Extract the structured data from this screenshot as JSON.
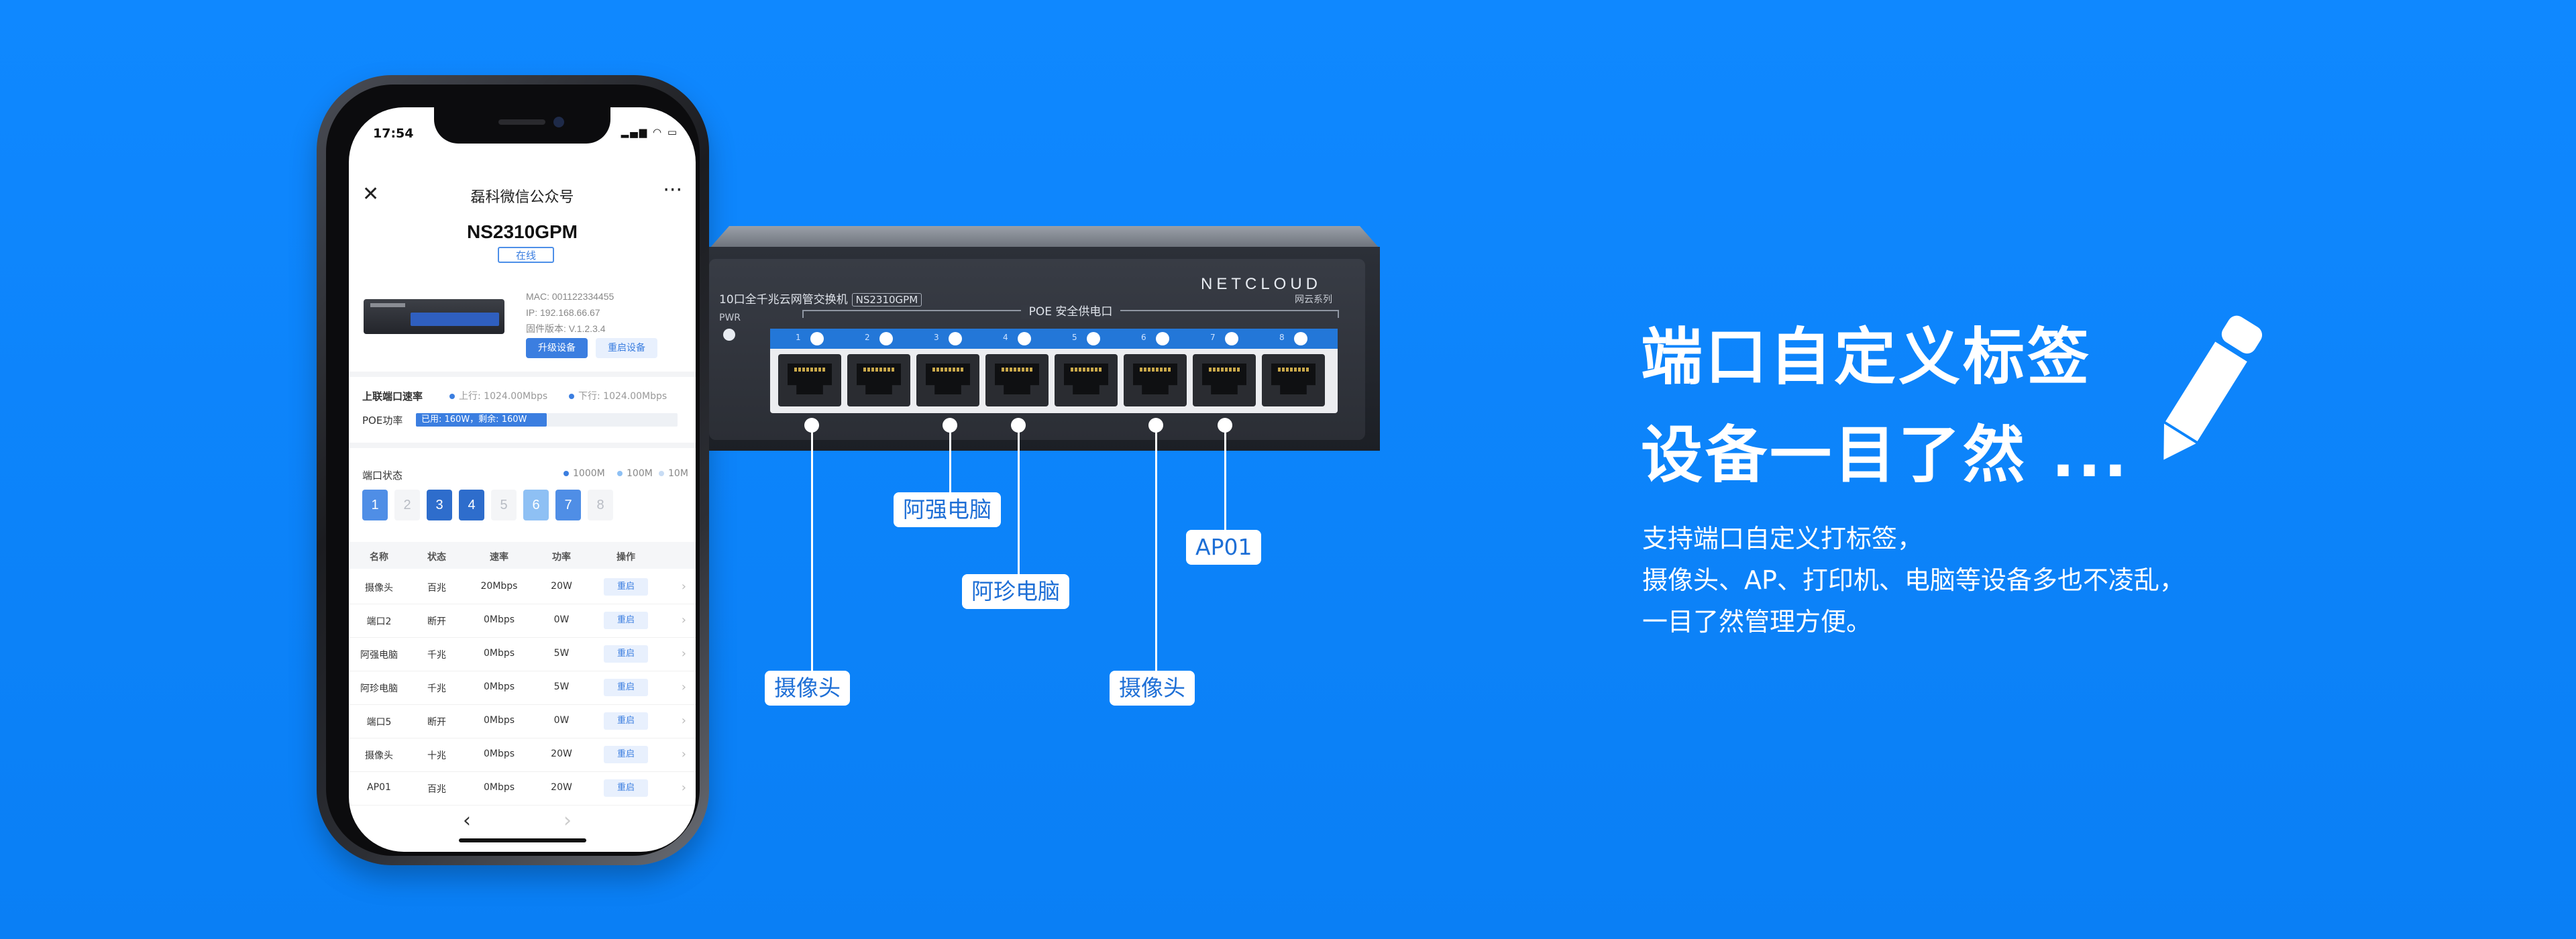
{
  "phone": {
    "time": "17:54",
    "signal": "▂▄▆ ◠ ▭",
    "close": "✕",
    "app_title": "磊科微信公众号",
    "more": "···",
    "device_name": "NS2310GPM",
    "online": "在线",
    "mac": "MAC: 001122334455",
    "ip": "IP: 192.168.66.67",
    "firmware": "固件版本: V.1.2.3.4",
    "upgrade_btn": "升级设备",
    "reboot_btn": "重启设备",
    "uplink_label": "上联端口速率",
    "uplink_up": "上行: 1024.00Mbps",
    "uplink_down": "下行: 1024.00Mbps",
    "poe_label": "POE功率",
    "poe_text": "已用: 160W，剩余: 160W",
    "poe_used_fraction": 0.5,
    "port_status_label": "端口状态",
    "legend": [
      "1000M",
      "100M",
      "10M"
    ],
    "ports": [
      {
        "n": "1",
        "state": "1000M"
      },
      {
        "n": "2",
        "state": "off"
      },
      {
        "n": "3",
        "state": "1000M-dark"
      },
      {
        "n": "4",
        "state": "1000M-dark"
      },
      {
        "n": "5",
        "state": "off"
      },
      {
        "n": "6",
        "state": "100M"
      },
      {
        "n": "7",
        "state": "1000M"
      },
      {
        "n": "8",
        "state": "off"
      }
    ],
    "table_headers": [
      "名称",
      "状态",
      "速率",
      "功率",
      "操作"
    ],
    "rows": [
      {
        "name": "摄像头",
        "status": "百兆",
        "rate": "20Mbps",
        "power": "20W",
        "op": "重启"
      },
      {
        "name": "端口2",
        "status": "断开",
        "rate": "0Mbps",
        "power": "0W",
        "op": "重启"
      },
      {
        "name": "阿强电脑",
        "status": "千兆",
        "rate": "0Mbps",
        "power": "5W",
        "op": "重启"
      },
      {
        "name": "阿珍电脑",
        "status": "千兆",
        "rate": "0Mbps",
        "power": "5W",
        "op": "重启"
      },
      {
        "name": "端口5",
        "status": "断开",
        "rate": "0Mbps",
        "power": "0W",
        "op": "重启"
      },
      {
        "name": "摄像头",
        "status": "十兆",
        "rate": "0Mbps",
        "power": "20W",
        "op": "重启"
      },
      {
        "name": "AP01",
        "status": "百兆",
        "rate": "0Mbps",
        "power": "20W",
        "op": "重启"
      }
    ],
    "nav_back": "‹",
    "nav_forward": "›"
  },
  "switch": {
    "model_text": "10口全千兆云网管交换机",
    "model_tag": "NS2310GPM",
    "pwr": "PWR",
    "poe_caption": "POE 安全供电口",
    "brand": "NETCLOUD",
    "brand_sub": "网云系列",
    "port_numbers": [
      "1",
      "2",
      "3",
      "4",
      "5",
      "6",
      "7",
      "8"
    ]
  },
  "callouts": {
    "port1": "摄像头",
    "port3": "阿强电脑",
    "port4": "阿珍电脑",
    "port6": "摄像头",
    "port7": "AP01"
  },
  "headline": {
    "line1": "端口自定义标签",
    "line2": "设备一目了然 ..."
  },
  "description": {
    "line1": "支持端口自定义打标签，",
    "line2": "摄像头、AP、打印机、电脑等设备多也不凌乱，",
    "line3": "一目了然管理方便。"
  },
  "colors": {
    "background": "#0a84ff",
    "accent": "#3b7ee0",
    "callout_text": "#1e6fd6"
  },
  "icons": {
    "pencil": "pencil-icon",
    "close": "close-icon",
    "more": "more-icon"
  }
}
